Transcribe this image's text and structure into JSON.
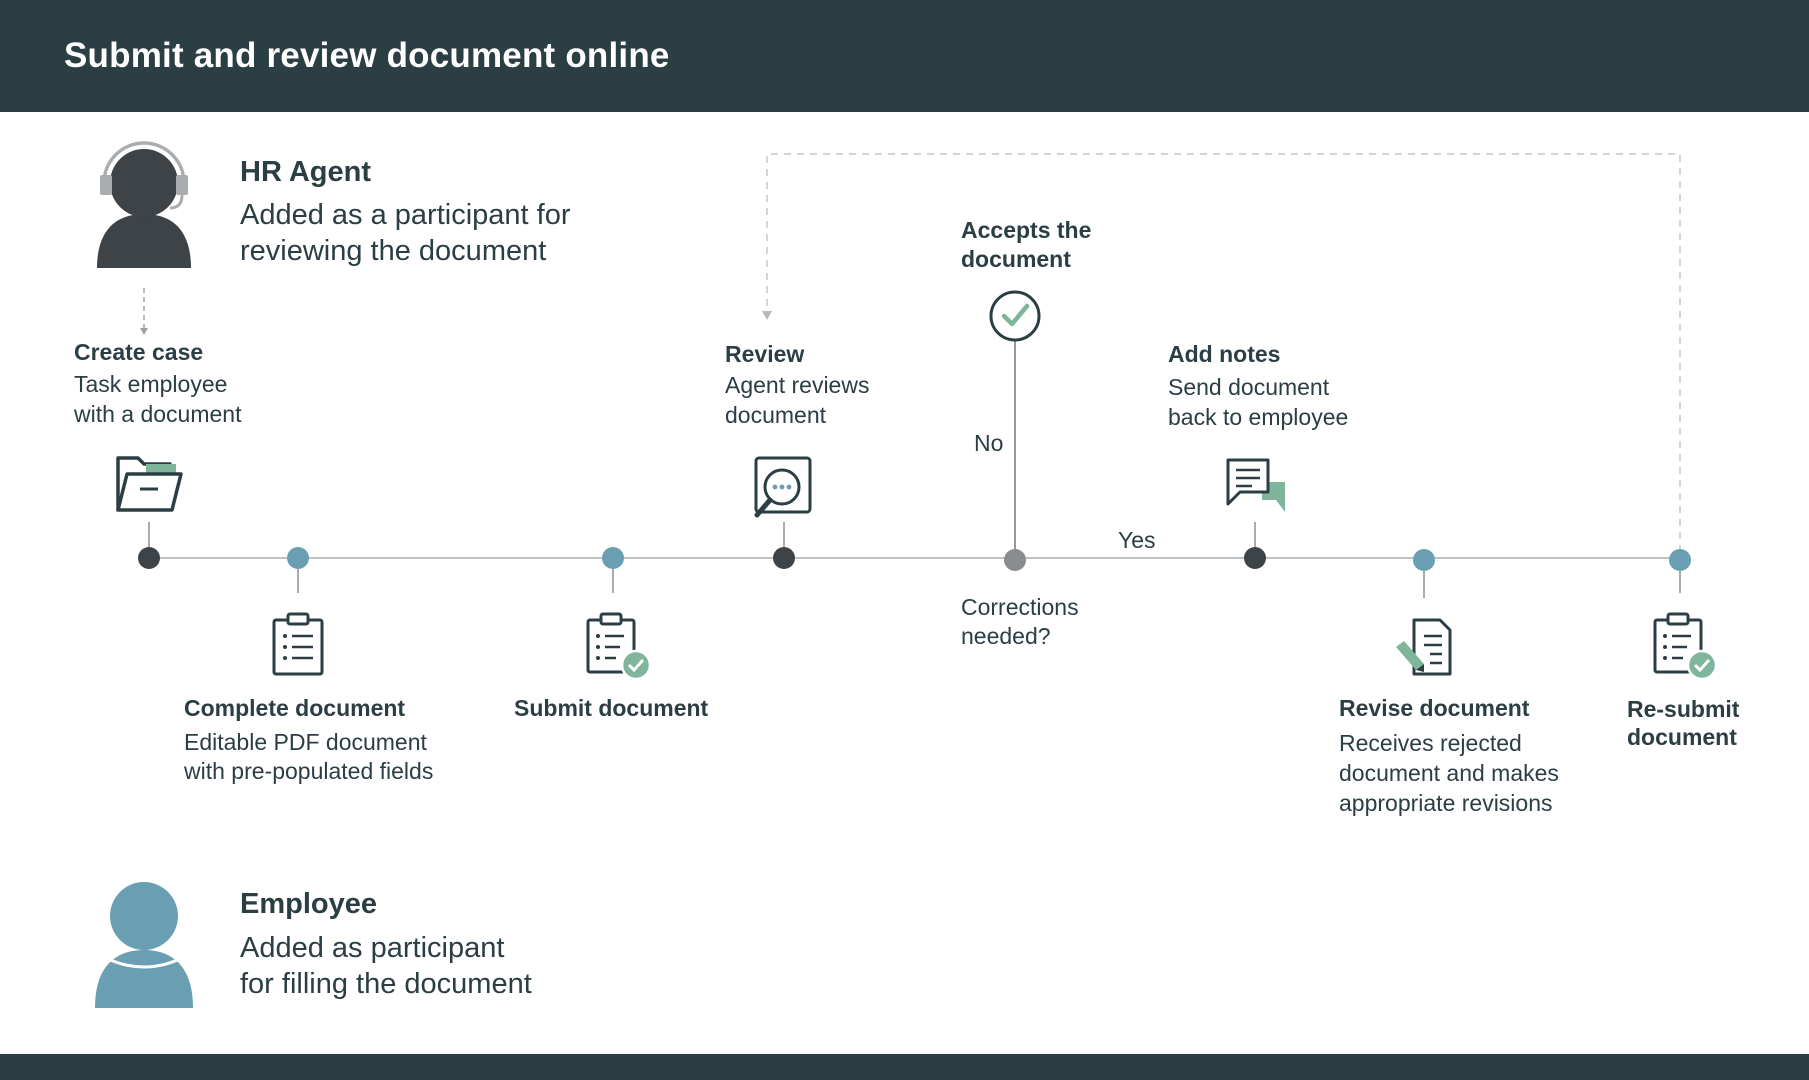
{
  "header": {
    "title": "Submit and review document online"
  },
  "roles": {
    "hr_agent": {
      "name": "HR Agent",
      "desc_line1": "Added as a participant for",
      "desc_line2": "reviewing the document"
    },
    "employee": {
      "name": "Employee",
      "desc_line1": "Added as participant",
      "desc_line2": "for filling the document"
    }
  },
  "steps": {
    "create_case": {
      "title": "Create case",
      "desc_line1": "Task employee",
      "desc_line2": "with a document"
    },
    "complete_document": {
      "title": "Complete document",
      "desc_line1": "Editable PDF document",
      "desc_line2": "with pre-populated fields"
    },
    "submit_document": {
      "title": "Submit document"
    },
    "review": {
      "title": "Review",
      "desc_line1": "Agent reviews",
      "desc_line2": "document"
    },
    "accepts": {
      "title_line1": "Accepts the",
      "title_line2": "document"
    },
    "decision": {
      "question_line1": "Corrections",
      "question_line2": "needed?",
      "no_label": "No",
      "yes_label": "Yes"
    },
    "add_notes": {
      "title": "Add notes",
      "desc_line1": "Send document",
      "desc_line2": "back to employee"
    },
    "revise_document": {
      "title": "Revise document",
      "desc_line1": "Receives rejected",
      "desc_line2": "document and makes",
      "desc_line3": "appropriate revisions"
    },
    "resubmit_document": {
      "title_line1": "Re-submit",
      "title_line2": "document"
    }
  },
  "colors": {
    "dark": "#2b3e44",
    "agent_node": "#3d4347",
    "employee_node": "#6a9fb3",
    "decision_node": "#8a8d8f",
    "accent_green": "#7fb59a",
    "line": "#b5b9bb"
  },
  "icons": {
    "hr_agent": "headset-person-icon",
    "employee": "person-icon",
    "create_case": "folder-open-icon",
    "complete_document": "clipboard-checklist-icon",
    "submit_document": "clipboard-check-icon",
    "review": "magnifier-chat-icon",
    "accepts": "check-circle-icon",
    "add_notes": "chat-notes-icon",
    "revise_document": "document-pencil-icon",
    "resubmit_document": "clipboard-check-icon"
  }
}
